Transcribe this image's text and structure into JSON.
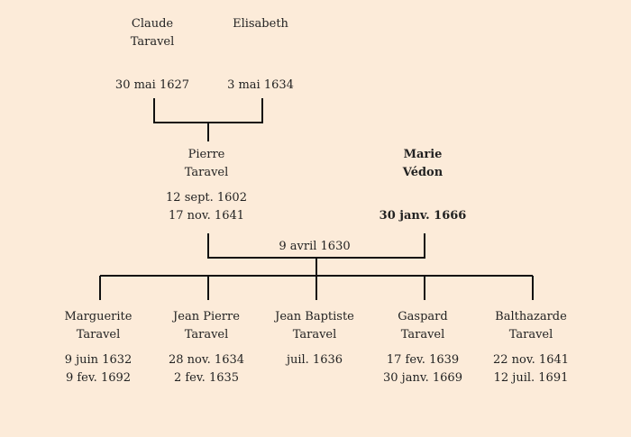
{
  "colors": {
    "background": "#fcebd9",
    "line": "#111111",
    "text": "#222222"
  },
  "grandparents": {
    "father": {
      "first": "Claude",
      "last": "Taravel",
      "date1": "30 mai 1627",
      "date2": ""
    },
    "mother": {
      "first": "Elisabeth",
      "last": "",
      "date1": "3 mai 1634",
      "date2": ""
    }
  },
  "parents": {
    "father": {
      "first": "Pierre",
      "last": "Taravel",
      "date1": "12 sept. 1602",
      "date2": "17 nov. 1641"
    },
    "mother": {
      "first": "Marie",
      "last": "Védon",
      "date1": "30 janv. 1666",
      "date2": ""
    },
    "marriage": "9 avril 1630"
  },
  "children": [
    {
      "first": "Marguerite",
      "last": "Taravel",
      "date1": "9 juin 1632",
      "date2": "9 fev. 1692"
    },
    {
      "first": "Jean Pierre",
      "last": "Taravel",
      "date1": "28 nov. 1634",
      "date2": "2 fev. 1635"
    },
    {
      "first": "Jean Baptiste",
      "last": "Taravel",
      "date1": "juil. 1636",
      "date2": ""
    },
    {
      "first": "Gaspard",
      "last": "Taravel",
      "date1": "17 fev. 1639",
      "date2": "30 janv. 1669"
    },
    {
      "first": "Balthazarde",
      "last": "Taravel",
      "date1": "22 nov. 1641",
      "date2": "12 juil. 1691"
    }
  ]
}
